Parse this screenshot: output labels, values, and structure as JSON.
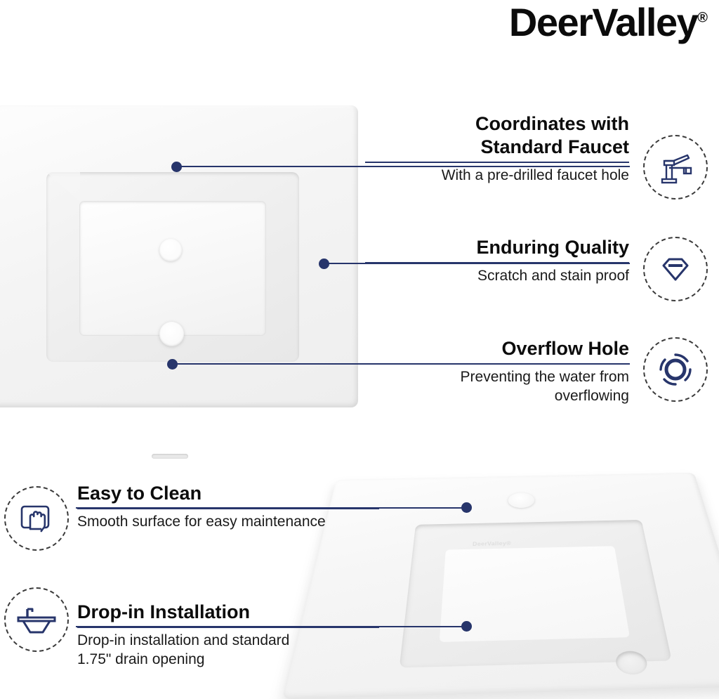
{
  "brand": {
    "name": "DeerValley",
    "registered_mark": "®",
    "emboss_logo": "DeerValley®"
  },
  "colors": {
    "accent_navy": "#27356b",
    "title_black": "#0c0c0c",
    "body_text": "#1a1a1a",
    "background": "#ffffff",
    "ceramic_white": "#f6f6f6"
  },
  "features": [
    {
      "id": "coordinates-with-standard-faucet",
      "title": "Coordinates with\nStandard Faucet",
      "description": "With a pre-drilled faucet hole",
      "icon": "faucet-icon",
      "align": "right"
    },
    {
      "id": "enduring-quality",
      "title": "Enduring Quality",
      "description": "Scratch and stain proof",
      "icon": "diamond-icon",
      "align": "right"
    },
    {
      "id": "overflow-hole",
      "title": "Overflow Hole",
      "description": "Preventing the water from\noverflowing",
      "icon": "drain-ring-icon",
      "align": "right"
    },
    {
      "id": "easy-to-clean",
      "title": "Easy to Clean",
      "description": "Smooth surface for easy maintenance",
      "icon": "hand-wipe-icon",
      "align": "left"
    },
    {
      "id": "drop-in-installation",
      "title": "Drop-in Installation",
      "description": "Drop-in installation and standard\n1.75\" drain opening",
      "icon": "sink-basin-icon",
      "align": "left"
    }
  ],
  "product": {
    "top_view": {
      "name": "rectangular drop-in bathroom sink, top view",
      "parts": [
        "faucet-hole",
        "drain-hole",
        "overflow-slot"
      ]
    },
    "angled_view": {
      "name": "rectangular drop-in bathroom sink, angled view",
      "parts": [
        "faucet-hole",
        "drain-hole"
      ]
    }
  }
}
